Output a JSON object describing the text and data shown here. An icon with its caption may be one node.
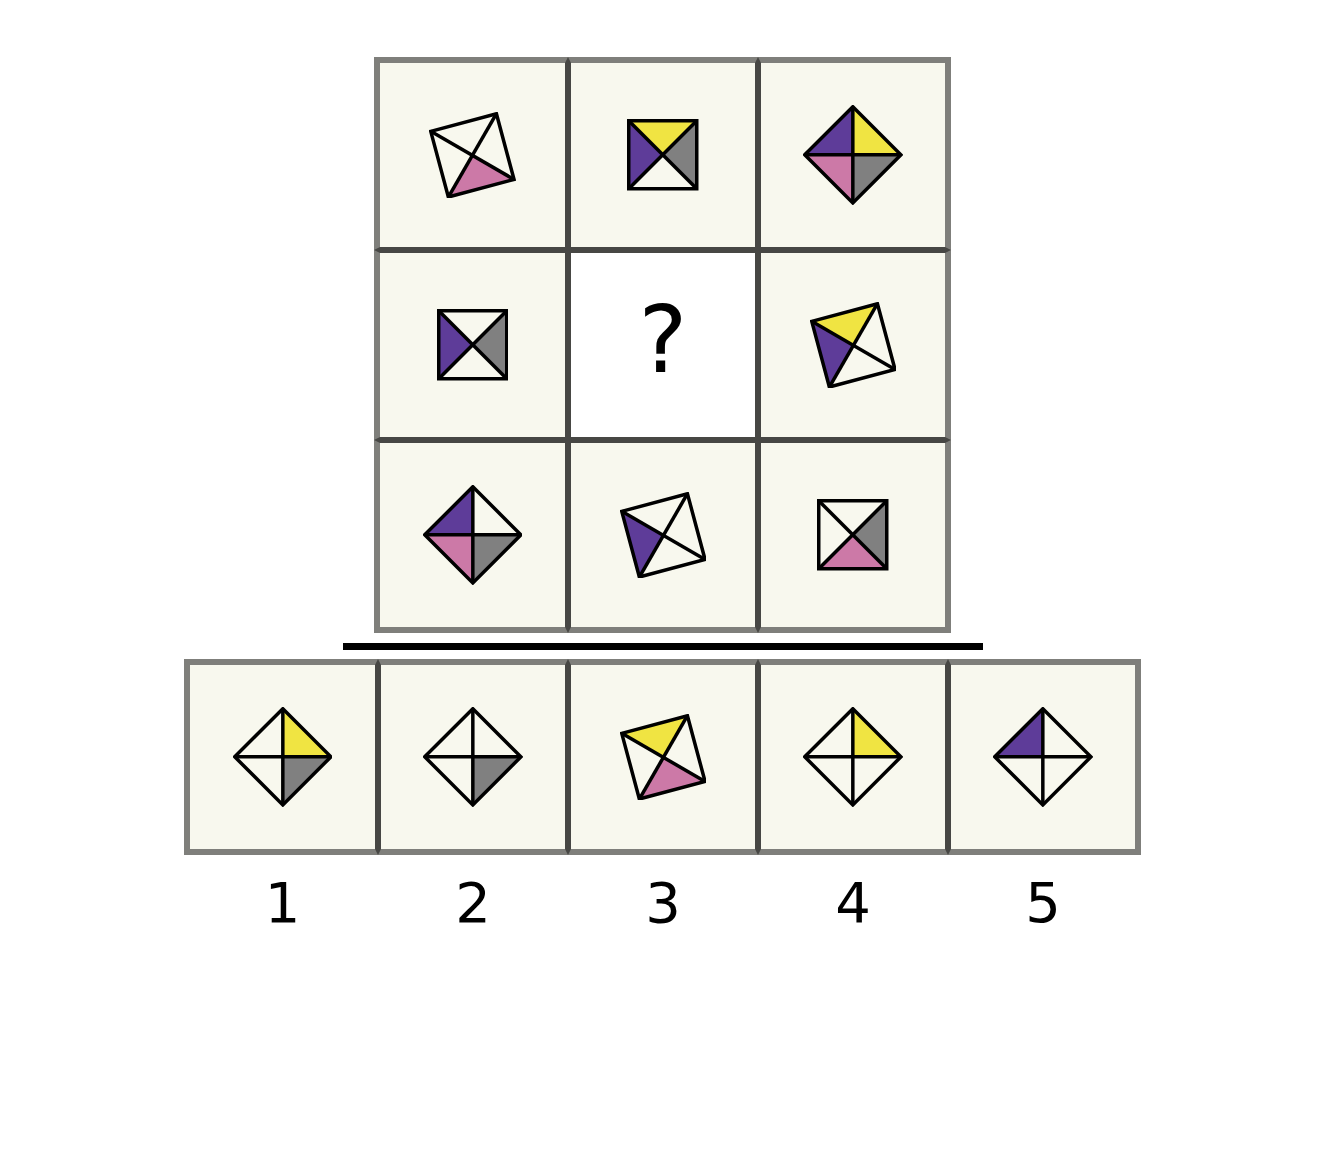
{
  "diagram": {
    "nodes": [
      {
        "text": [],
        "shape": "box"
      },
      {
        "text": [],
        "shape": "box"
      },
      {
        "text": [],
        "shape": "box"
      },
      {
        "text": [],
        "shape": "box"
      },
      {
        "text": [
          "?"
        ]
      },
      {
        "text": [],
        "shape": "box"
      },
      {
        "text": [],
        "shape": "box"
      },
      {
        "text": [],
        "shape": "box"
      },
      {
        "text": [],
        "shape": "box"
      },
      {
        "text": [],
        "shape": "box",
        "beside": [
          "1"
        ]
      },
      {
        "text": [],
        "shape": "box",
        "beside": [
          "2"
        ]
      },
      {
        "text": [],
        "shape": "box",
        "beside": [
          "3"
        ]
      },
      {
        "text": [],
        "shape": "box",
        "beside": [
          "4"
        ]
      },
      {
        "text": [],
        "shape": "box",
        "beside": [
          "5"
        ]
      }
    ]
  }
}
